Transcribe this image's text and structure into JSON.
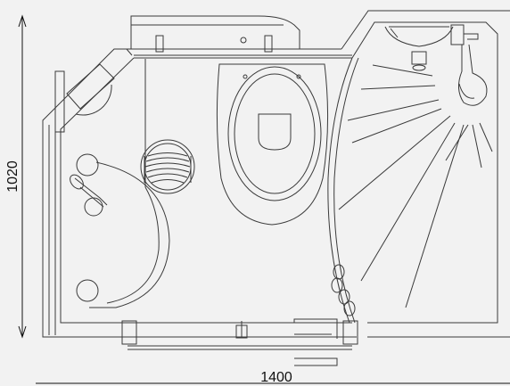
{
  "dimensions": {
    "height_label": "1020",
    "width_label": "1400"
  },
  "colors": {
    "background": "#f2f2f2",
    "line": "#3a3a3a",
    "dimension_line": "#111111"
  },
  "elements": [
    "toilet",
    "floor-drain",
    "hand-shower",
    "wash-basin",
    "shower-spray",
    "door-hinges",
    "handrail"
  ]
}
